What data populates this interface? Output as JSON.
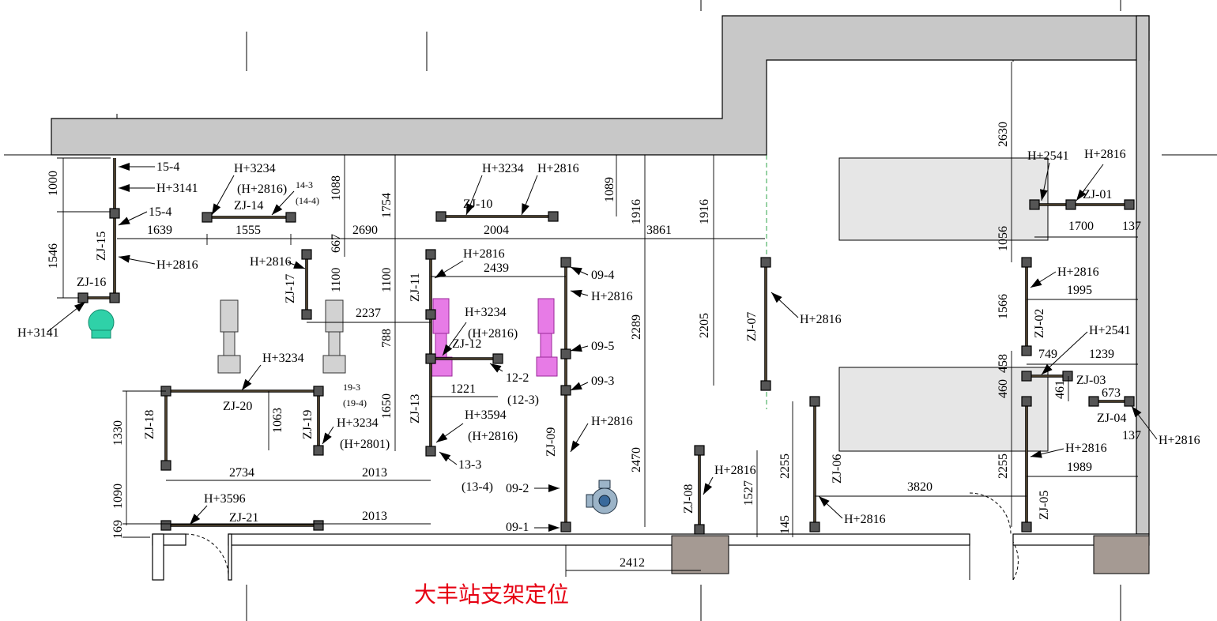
{
  "drawing": {
    "title": "大丰站支架定位",
    "title_color": "#e60012",
    "supports": [
      "ZJ-01",
      "ZJ-02",
      "ZJ-03",
      "ZJ-04",
      "ZJ-05",
      "ZJ-06",
      "ZJ-07",
      "ZJ-08",
      "ZJ-09",
      "ZJ-10",
      "ZJ-11",
      "ZJ-12",
      "ZJ-13",
      "ZJ-14",
      "ZJ-15",
      "ZJ-16",
      "ZJ-17",
      "ZJ-18",
      "ZJ-19",
      "ZJ-20",
      "ZJ-21"
    ],
    "elevations": {
      "h2541": "H+2541",
      "h2816": "H+2816",
      "h2816p": "(H+2816)",
      "h2801p": "(H+2801)",
      "h3141": "H+3141",
      "h3234": "H+3234",
      "h3594": "H+3594",
      "h3596": "H+3596"
    },
    "node_labels": {
      "n15_4": "15-4",
      "n14_3": "14-3",
      "n14_4p": "(14-4)",
      "n09_1": "09-1",
      "n09_2": "09-2",
      "n09_3": "09-3",
      "n09_4": "09-4",
      "n09_5": "09-5",
      "n12_2": "12-2",
      "n12_3p": "(12-3)",
      "n13_3": "13-3",
      "n13_4p": "(13-4)",
      "n19_3": "19-3",
      "n19_4p": "(19-4)"
    },
    "dimensions": {
      "d1000": "1000",
      "d1546": "1546",
      "d1639": "1639",
      "d1555": "1555",
      "d1088": "1088",
      "d667": "667",
      "d2690": "2690",
      "d1754": "1754",
      "d2004": "2004",
      "d1089": "1089",
      "d1916a": "1916",
      "d3861": "3861",
      "d1916b": "1916",
      "d2630": "2630",
      "d1700": "1700",
      "d137a": "137",
      "d1056": "1056",
      "d1100a": "1100",
      "d1100b": "1100",
      "d2439": "2439",
      "d2237": "2237",
      "d788": "788",
      "d2289": "2289",
      "d2205": "2205",
      "d1995": "1995",
      "d1566": "1566",
      "d749": "749",
      "d1239": "1239",
      "d458": "458",
      "d460": "460",
      "d461": "461",
      "d673": "673",
      "d137b": "137",
      "d1221": "1221",
      "d1650": "1650",
      "d1330": "1330",
      "d1063": "1063",
      "d2734": "2734",
      "d2013a": "2013",
      "d1090": "1090",
      "d169": "169",
      "d2013b": "2013",
      "d2470": "2470",
      "d2255a": "2255",
      "d1527": "1527",
      "d145": "145",
      "d3820": "3820",
      "d2255b": "2255",
      "d1989": "1989",
      "d2412": "2412"
    },
    "colors": {
      "wall": "#c8c8c8",
      "equipment_pink": "#e77be6",
      "equipment_green": "#2fd1a8",
      "pad": "#a59a93"
    }
  }
}
